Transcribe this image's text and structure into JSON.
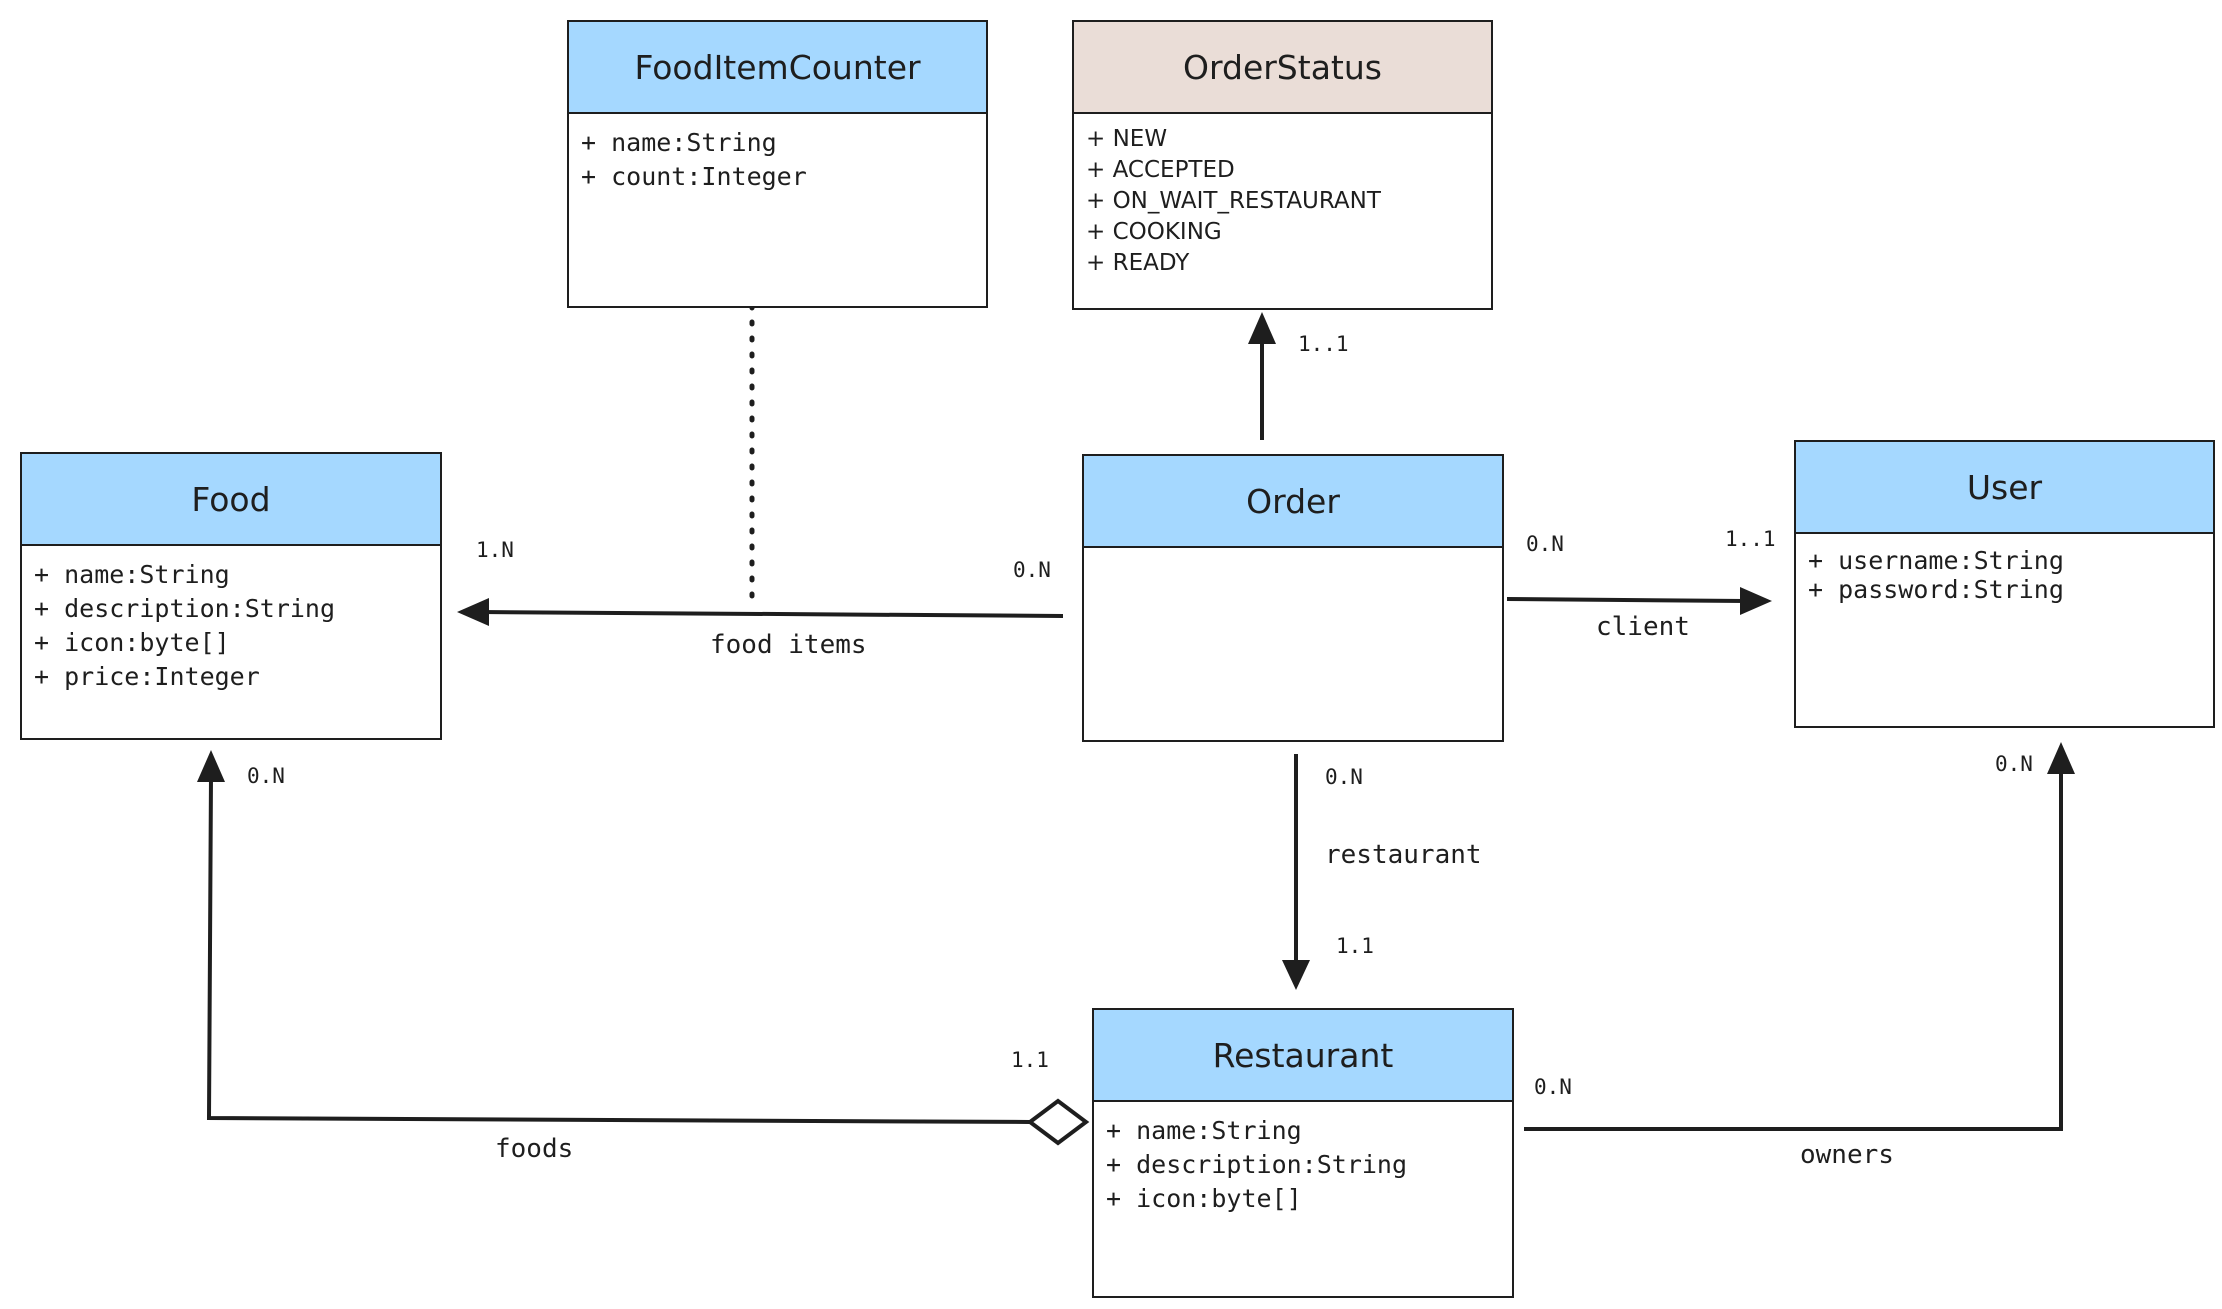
{
  "colors": {
    "entity_header": "#a5d8ff",
    "enum_header": "#eaddd7",
    "line": "#1e1e1e",
    "background": "#ffffff"
  },
  "classes": {
    "food_item_counter": {
      "name": "FoodItemCounter",
      "attributes": [
        "+ name:String",
        "+ count:Integer"
      ]
    },
    "order_status": {
      "name": "OrderStatus",
      "attributes": [
        "+ NEW",
        "+ ACCEPTED",
        "+ ON_WAIT_RESTAURANT",
        "+ COOKING",
        "+ READY"
      ]
    },
    "food": {
      "name": "Food",
      "attributes": [
        "+ name:String",
        "+ description:String",
        "+ icon:byte[]",
        "+ price:Integer"
      ]
    },
    "order": {
      "name": "Order",
      "attributes": []
    },
    "user": {
      "name": "User",
      "attributes": [
        "+ username:String",
        "+ password:String"
      ]
    },
    "restaurant": {
      "name": "Restaurant",
      "attributes": [
        "+ name:String",
        "+ description:String",
        "+ icon:byte[]"
      ]
    }
  },
  "relations": {
    "order_status": {
      "target_mult": "1..1"
    },
    "food_items": {
      "role": "food items",
      "source_mult": "0.N",
      "target_mult": "1.N"
    },
    "client": {
      "role": "client",
      "source_mult": "0.N",
      "target_mult": "1..1"
    },
    "restaurant": {
      "role": "restaurant",
      "source_mult": "0.N",
      "target_mult": "1.1"
    },
    "foods": {
      "role": "foods",
      "source_mult": "1.1",
      "target_mult": "0.N"
    },
    "owners": {
      "role": "owners",
      "source_mult": "0.N",
      "target_mult": "0.N"
    }
  }
}
